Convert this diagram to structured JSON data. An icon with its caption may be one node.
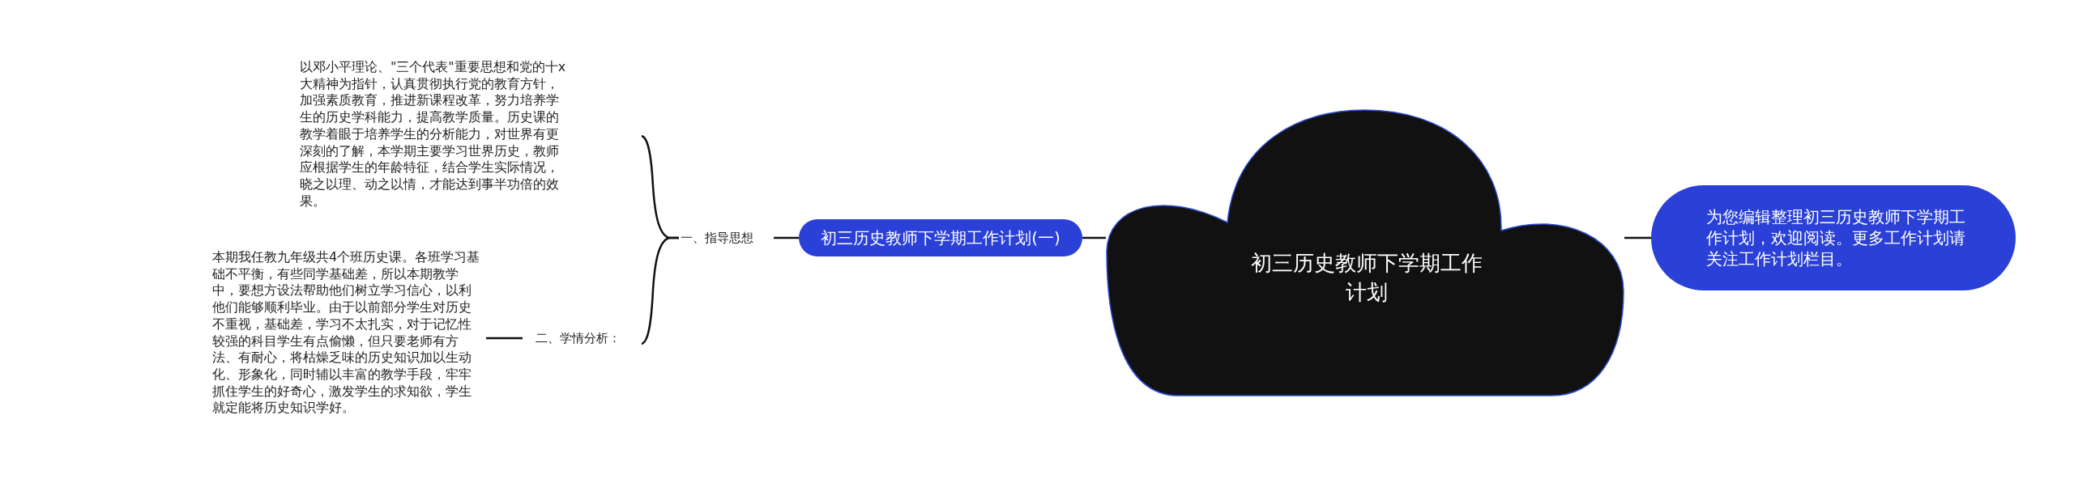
{
  "diagram": {
    "nodes": [
      {
        "text": [
          "初三历史教师下学期工作计划"
        ]
      },
      {
        "text": [
          "为您编辑整理初三历史教师下学期工作计划，欢迎阅读。更多工作计划请关注工作计划栏目。"
        ]
      },
      {
        "text": [
          "初三历史教师下学期工作计划(一)"
        ]
      },
      {
        "text": [
          "一、指导思想"
        ]
      },
      {
        "text": [
          "以邓小平理论、\"三个代表\"重要思想和党的十x大精神为指针，认真贯彻执行党的教育方针，加强素质教育，推进新课程改革，努力培养学生的历史学科能力，提高教学质量。历史课的教学着眼于培养学生的分析能力，对世界有更深刻的了解，本学期主要学习世界历史，教师应根据学生的年龄特征，结合学生实际情况，晓之以理、动之以情，才能达到事半功倍的效果。"
        ]
      },
      {
        "text": [
          "二、学情分析："
        ]
      },
      {
        "text": [
          "本期我任教九年级共4个班历史课。各班学习基础不平衡，有些同学基础差，所以本期教学中，要想方设法帮助他们树立学习信心，以利他们能够顺利毕业。由于以前部分学生对历史不重视，基础差，学习不太扎实，对于记忆性较强的科目学生有点偷懒，但只要老师有方法、有耐心，将枯燥乏味的历史知识加以生动化、形象化，同时辅以丰富的教学手段，牢牢抓住学生的好奇心，激发学生的求知欲，学生就定能将历史知识学好。"
        ]
      }
    ],
    "edges": [
      {
        "from": 0,
        "to": 1,
        "arrow": "none"
      },
      {
        "from": 0,
        "to": 2,
        "arrow": "none"
      },
      {
        "from": 2,
        "to": 3,
        "arrow": "none"
      },
      {
        "from": 3,
        "to": 4,
        "arrow": "none"
      },
      {
        "from": 3,
        "to": 5,
        "arrow": "none"
      },
      {
        "from": 5,
        "to": 6,
        "arrow": "none"
      }
    ]
  }
}
